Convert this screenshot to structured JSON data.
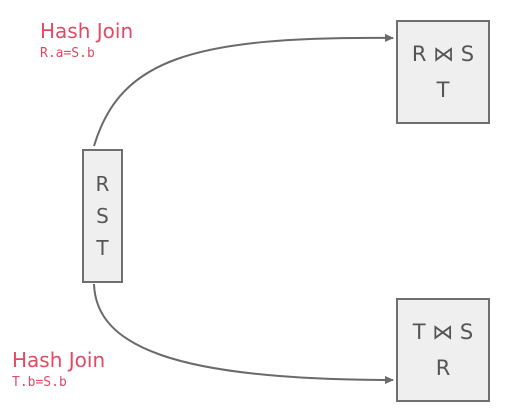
{
  "joins": [
    {
      "title": "Hash Join",
      "condition": "R.a=S.b"
    },
    {
      "title": "Hash Join",
      "condition": "T.b=S.b"
    }
  ],
  "source": {
    "rows": [
      "R",
      "S",
      "T"
    ]
  },
  "results": [
    {
      "line1": "R ⋈ S",
      "line2": "T"
    },
    {
      "line1": "T ⋈ S",
      "line2": "R"
    }
  ],
  "colors": {
    "label": "#e04a62",
    "box_fill": "#efefef",
    "box_border": "#6f6f6f",
    "arrow": "#6a6a6a"
  }
}
